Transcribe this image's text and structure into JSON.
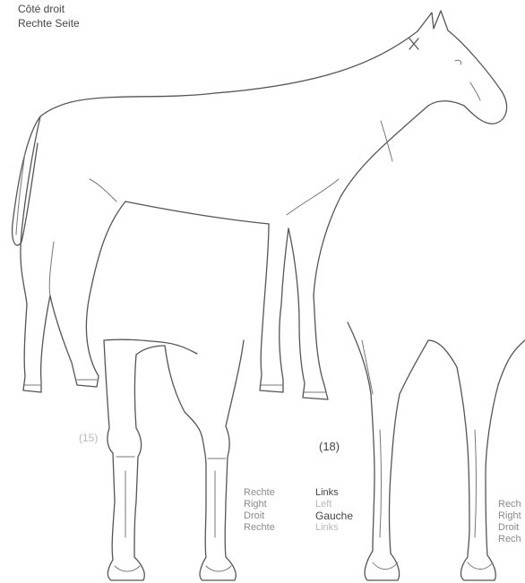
{
  "header": {
    "line1": "Côté droit",
    "line2": "Rechte Seite"
  },
  "figure_numbers": {
    "left": "(15)",
    "right": "(18)"
  },
  "front_left_labels": [
    "",
    "",
    "",
    ""
  ],
  "rear_right_side_labels": [
    "Rechte",
    "Right",
    "Droit",
    "Rechte"
  ],
  "rear_left_side_labels": [
    "Links",
    "Left",
    "Gauche",
    "Links"
  ],
  "far_right_labels": [
    "Rech",
    "Right",
    "Droit",
    "Rech"
  ]
}
